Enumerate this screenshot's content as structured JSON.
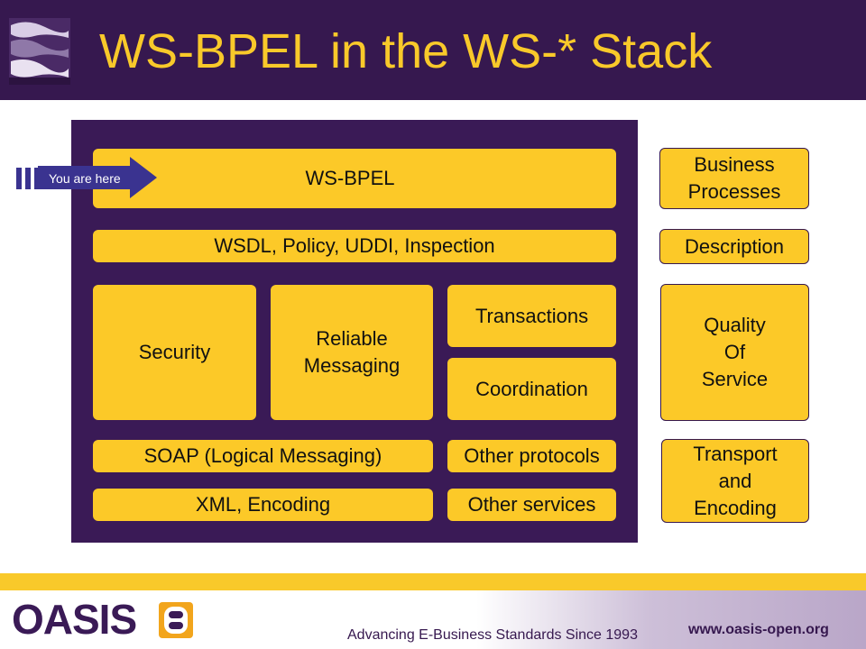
{
  "slide": {
    "title": "WS-BPEL in the WS-* Stack"
  },
  "stack": {
    "ws_bpel": "WS-BPEL",
    "description_layer": "WSDL, Policy, UDDI, Inspection",
    "security": "Security",
    "reliable_messaging": "Reliable\nMessaging",
    "transactions": "Transactions",
    "coordination": "Coordination",
    "soap": "SOAP (Logical Messaging)",
    "other_protocols": "Other protocols",
    "xml_encoding": "XML, Encoding",
    "other_services": "Other services"
  },
  "categories": {
    "business_processes": "Business\nProcesses",
    "description": "Description",
    "quality_of_service": "Quality\nOf\nService",
    "transport_encoding": "Transport\nand\nEncoding"
  },
  "marker": {
    "label": "You are here"
  },
  "footer": {
    "brand": "OASIS",
    "tagline": "Advancing E-Business Standards Since 1993",
    "url": "www.oasis-open.org"
  },
  "colors": {
    "purple": "#36184f",
    "gold": "#fcc928",
    "title_gold": "#f9c92a",
    "marker_blue": "#3a3390"
  }
}
